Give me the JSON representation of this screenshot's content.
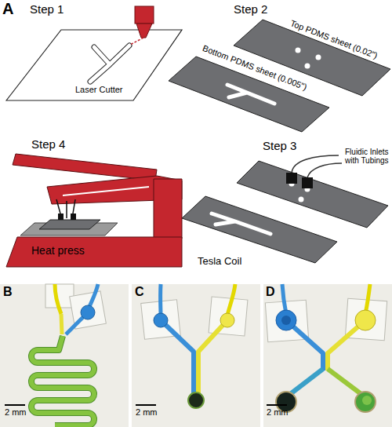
{
  "diagram": {
    "nodes": [
      {
        "text": [
          "Top PDMS sheet (0.02\")"
        ]
      },
      {
        "text": [
          "Bottom PDMS sheet (0.005\")"
        ]
      },
      {
        "text": [
          "Heat press"
        ]
      }
    ],
    "labels": [
      "A",
      "Step 1",
      "Laser Cutter",
      "Step 2",
      "Step 4",
      "Step 3",
      "Fluidic Inlets with Tubings",
      "Tesla Coil",
      "B",
      "2 mm",
      "C",
      "2 mm",
      "D",
      "2 mm"
    ]
  }
}
